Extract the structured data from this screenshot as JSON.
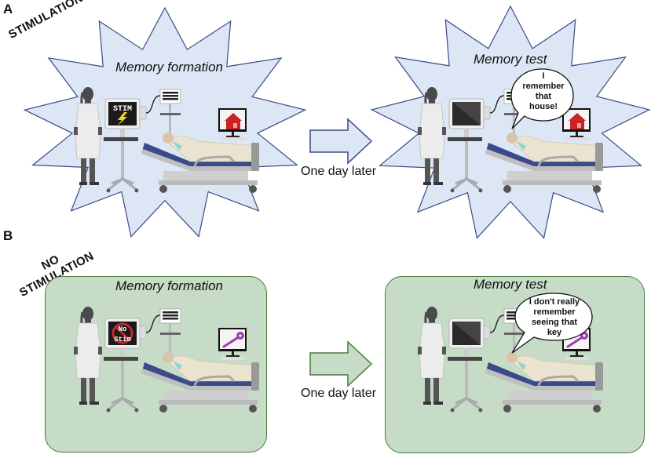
{
  "colors": {
    "starburst_fill": "#dde6f5",
    "starburst_stroke": "#3b4a86",
    "green_fill": "#c6dcc6",
    "green_stroke": "#4a7a3e",
    "arrow_blue_fill": "#dde6f5",
    "arrow_blue_stroke": "#3b4a86",
    "arrow_green_fill": "#c6dcc6",
    "arrow_green_stroke": "#4a7a3e",
    "house_red": "#cc2222",
    "key_purple": "#9a3fae",
    "bolt_yellow": "#f2d31b",
    "no_sign_red": "#c62828"
  },
  "panel_a": {
    "letter": "A",
    "condition_label": "STIMULATION",
    "formation": {
      "title": "Memory formation",
      "stim_screen_text": "STIM",
      "stim_screen_icon": "lightning-bolt-icon",
      "display_icon": "house-icon"
    },
    "delay_label": "One day later",
    "test": {
      "title": "Memory test",
      "speech_lines": [
        "I",
        "remember",
        "that",
        "house!"
      ],
      "display_icon": "house-icon"
    }
  },
  "panel_b": {
    "letter": "B",
    "condition_label_lines": [
      "NO",
      "STIMULATION"
    ],
    "formation": {
      "title": "Memory formation",
      "stim_screen_lines": [
        "No",
        "Stim"
      ],
      "stim_screen_icon": "prohibited-icon",
      "display_icon": "key-icon"
    },
    "delay_label": "One day later",
    "test": {
      "title": "Memory test",
      "speech_lines": [
        "I don't really",
        "remember",
        "seeing that",
        "key"
      ],
      "display_icon": "key-icon"
    }
  }
}
